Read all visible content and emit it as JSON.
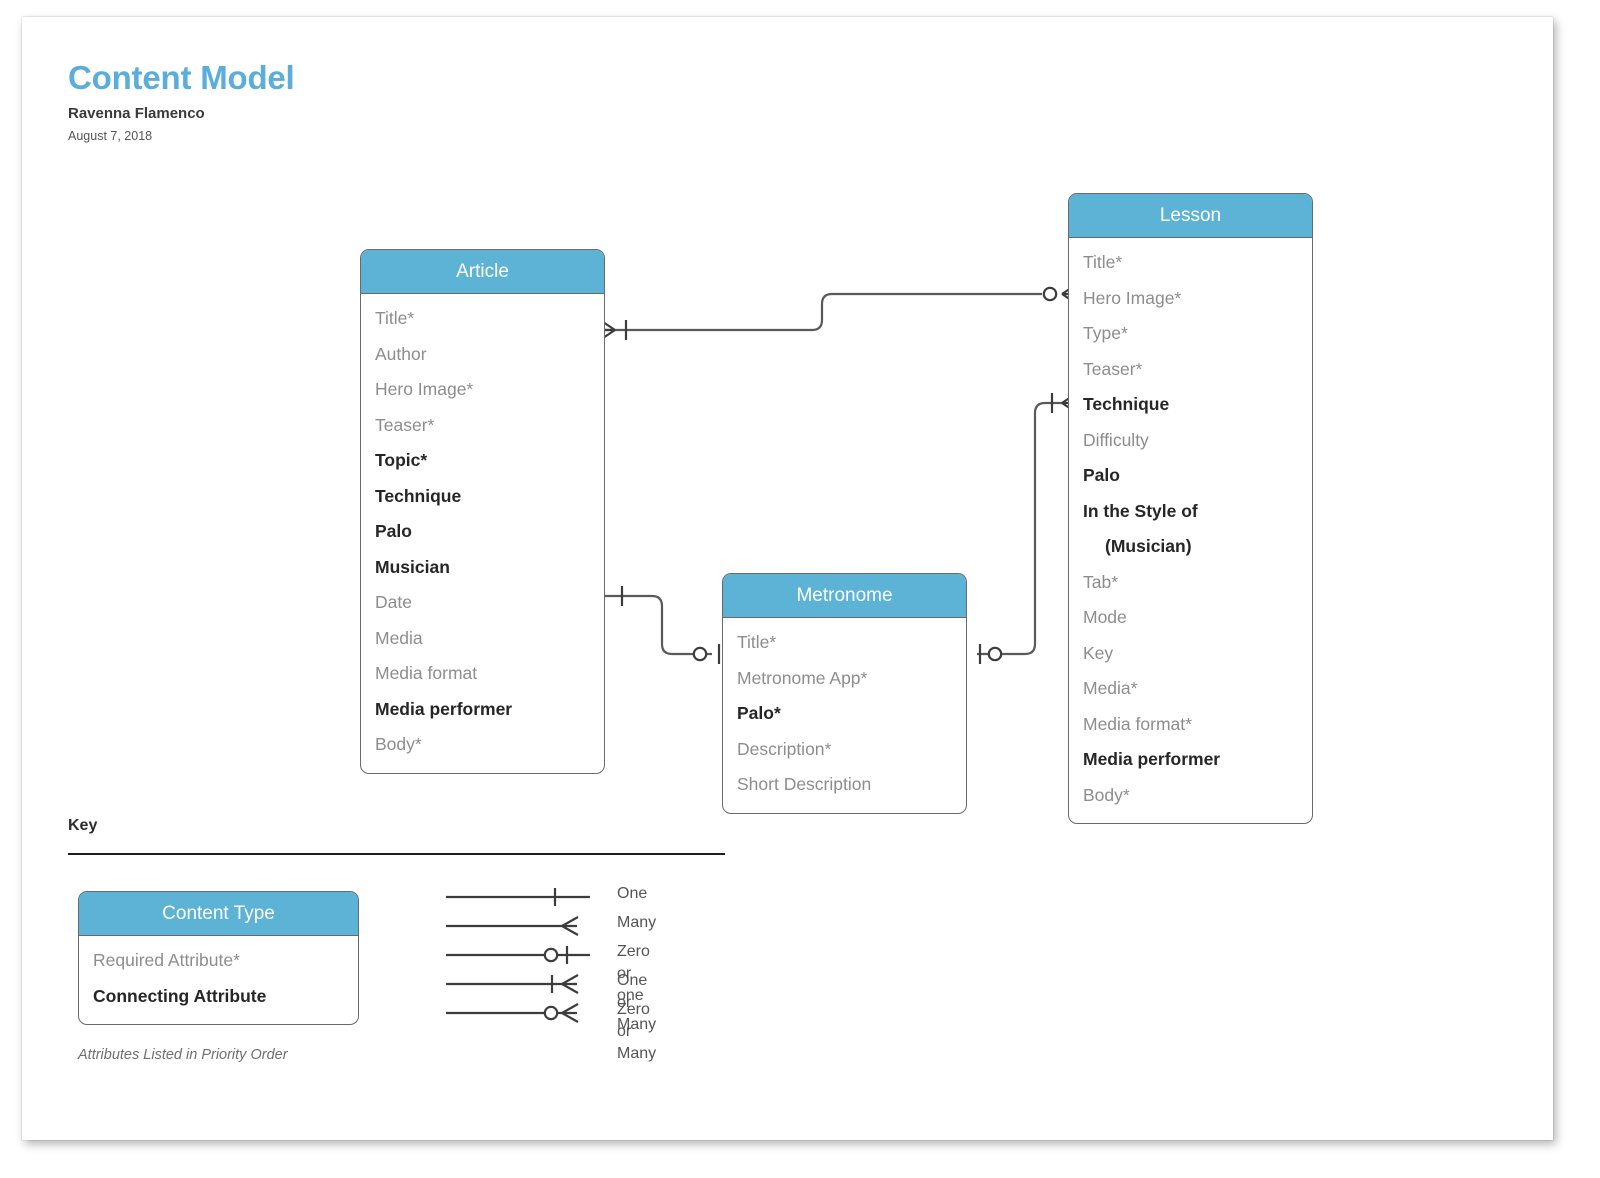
{
  "document": {
    "title": "Content Model",
    "subtitle": "Ravenna Flamenco",
    "date": "August 7, 2018",
    "title_color": "#5BAEDB",
    "entity_header_color": "#5CB3D6"
  },
  "entities": [
    {
      "id": "article",
      "name": "Article",
      "attributes": [
        {
          "label": "Title*",
          "style": "required"
        },
        {
          "label": "Author",
          "style": "normal"
        },
        {
          "label": "Hero Image*",
          "style": "required"
        },
        {
          "label": "Teaser*",
          "style": "required"
        },
        {
          "label": "Topic*",
          "style": "connecting"
        },
        {
          "label": "Technique",
          "style": "connecting"
        },
        {
          "label": "Palo",
          "style": "connecting"
        },
        {
          "label": "Musician",
          "style": "connecting"
        },
        {
          "label": "Date",
          "style": "normal"
        },
        {
          "label": "Media",
          "style": "normal"
        },
        {
          "label": "Media format",
          "style": "normal"
        },
        {
          "label": "Media performer",
          "style": "connecting"
        },
        {
          "label": "Body*",
          "style": "required"
        }
      ]
    },
    {
      "id": "metronome",
      "name": "Metronome",
      "attributes": [
        {
          "label": "Title*",
          "style": "required"
        },
        {
          "label": "Metronome App*",
          "style": "required"
        },
        {
          "label": "Palo*",
          "style": "connecting"
        },
        {
          "label": "Description*",
          "style": "required"
        },
        {
          "label": "Short Description",
          "style": "normal"
        }
      ]
    },
    {
      "id": "lesson",
      "name": "Lesson",
      "attributes": [
        {
          "label": "Title*",
          "style": "required"
        },
        {
          "label": "Hero Image*",
          "style": "required"
        },
        {
          "label": "Type*",
          "style": "required"
        },
        {
          "label": "Teaser*",
          "style": "required"
        },
        {
          "label": "Technique",
          "style": "connecting"
        },
        {
          "label": "Difficulty",
          "style": "normal"
        },
        {
          "label": "Palo",
          "style": "connecting"
        },
        {
          "label": "In the Style of",
          "style": "connecting"
        },
        {
          "label": "(Musician)",
          "style": "connecting-indent"
        },
        {
          "label": "Tab*",
          "style": "required"
        },
        {
          "label": "Mode",
          "style": "normal"
        },
        {
          "label": "Key",
          "style": "normal"
        },
        {
          "label": "Media*",
          "style": "required"
        },
        {
          "label": "Media format*",
          "style": "required"
        },
        {
          "label": "Media performer",
          "style": "connecting"
        },
        {
          "label": "Body*",
          "style": "required"
        }
      ]
    }
  ],
  "relationships": [
    {
      "from": "article",
      "to": "lesson",
      "from_cardinality": "one or many",
      "to_cardinality": "zero or many"
    },
    {
      "from": "article",
      "to": "metronome",
      "from_cardinality": "one",
      "to_cardinality": "zero or one"
    },
    {
      "from": "metronome",
      "to": "lesson",
      "from_cardinality": "one or zero",
      "to_cardinality": "one or many"
    }
  ],
  "key": {
    "heading": "Key",
    "sample_entity": {
      "name": "Content Type",
      "attributes": [
        {
          "label": "Required Attribute*",
          "style": "required"
        },
        {
          "label": "Connecting Attribute",
          "style": "connecting"
        }
      ]
    },
    "caption": "Attributes Listed in Priority Order",
    "notation": [
      {
        "label": "One",
        "symbol": "one"
      },
      {
        "label": "Many",
        "symbol": "many"
      },
      {
        "label": "Zero or one",
        "symbol": "zero-or-one"
      },
      {
        "label": "One or Many",
        "symbol": "one-or-many"
      },
      {
        "label": "Zero or Many",
        "symbol": "zero-or-many"
      }
    ]
  }
}
